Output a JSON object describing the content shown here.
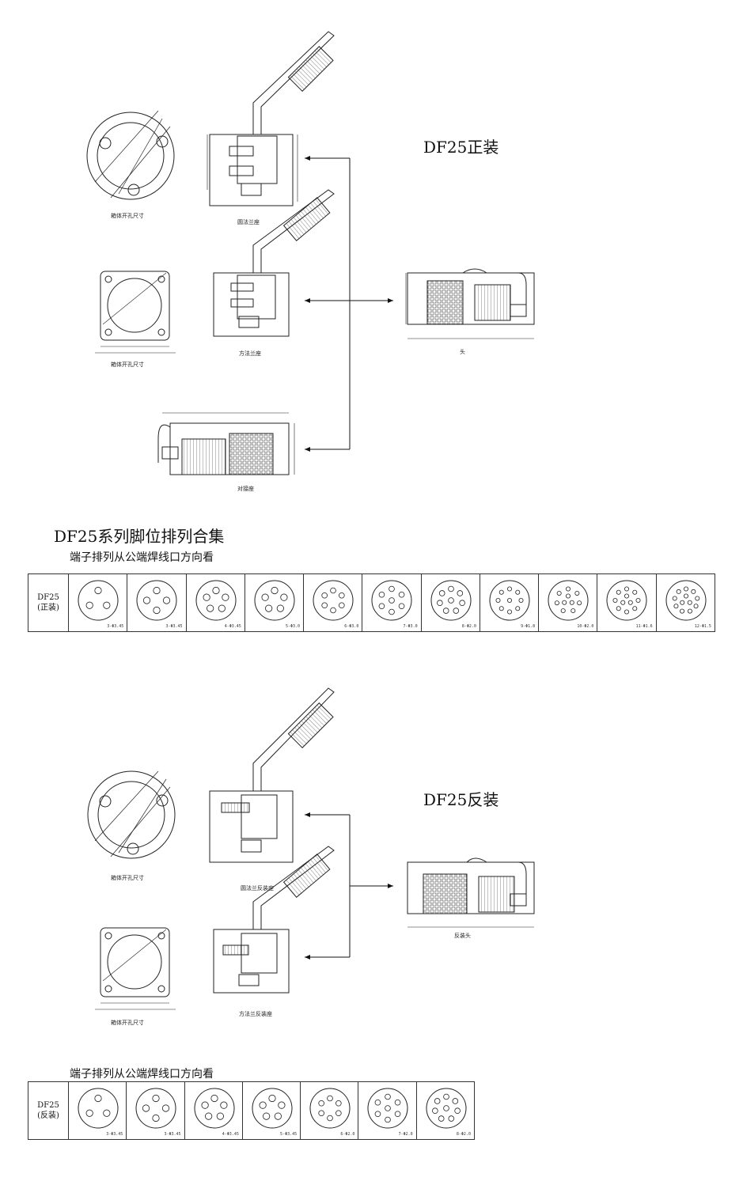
{
  "section_top": {
    "title": "DF25正装",
    "labels": {
      "panel_cutout_1": "箱体开孔尺寸",
      "round_flange": "圆法兰座",
      "panel_cutout_2": "箱体开孔尺寸",
      "square_flange": "方法兰座",
      "plug": "头",
      "inline_socket": "对接座"
    }
  },
  "series": {
    "title": "DF25系列脚位排列合集",
    "subtitle_1": "端子排列从公端焊线口方向看",
    "table1_head": [
      "DF25",
      "(正装)"
    ],
    "table1_pins": [
      {
        "label": "3-Φ3.45",
        "count": 3
      },
      {
        "label": "3-Φ3.45",
        "count": 4
      },
      {
        "label": "4-Φ3.45",
        "count": 5
      },
      {
        "label": "5-Φ3.0",
        "count": 5
      },
      {
        "label": "6-Φ3.0",
        "count": 6
      },
      {
        "label": "7-Φ3.0",
        "count": 7
      },
      {
        "label": "8-Φ2.0",
        "count": 8
      },
      {
        "label": "9-Φ1.8",
        "count": 9
      },
      {
        "label": "10-Φ2.0",
        "count": 10
      },
      {
        "label": "11-Φ1.6",
        "count": 11
      },
      {
        "label": "12-Φ1.5",
        "count": 12
      }
    ]
  },
  "section_bottom": {
    "title": "DF25反装",
    "labels": {
      "panel_cutout_1": "箱体开孔尺寸",
      "round_flange_rev": "圆法兰反装座",
      "plug_rev": "反装头",
      "panel_cutout_2": "箱体开孔尺寸",
      "square_flange_rev": "方法兰反装座"
    },
    "subtitle_2": "端子排列从公端焊线口方向看",
    "table2_head": [
      "DF25",
      "(反装)"
    ],
    "table2_pins": [
      {
        "label": "3-Φ3.45",
        "count": 3
      },
      {
        "label": "3-Φ3.45",
        "count": 4
      },
      {
        "label": "4-Φ3.45",
        "count": 5
      },
      {
        "label": "5-Φ3.45",
        "count": 5
      },
      {
        "label": "6-Φ2.0",
        "count": 6
      },
      {
        "label": "7-Φ2.0",
        "count": 7
      },
      {
        "label": "8-Φ2.0",
        "count": 8
      }
    ]
  }
}
